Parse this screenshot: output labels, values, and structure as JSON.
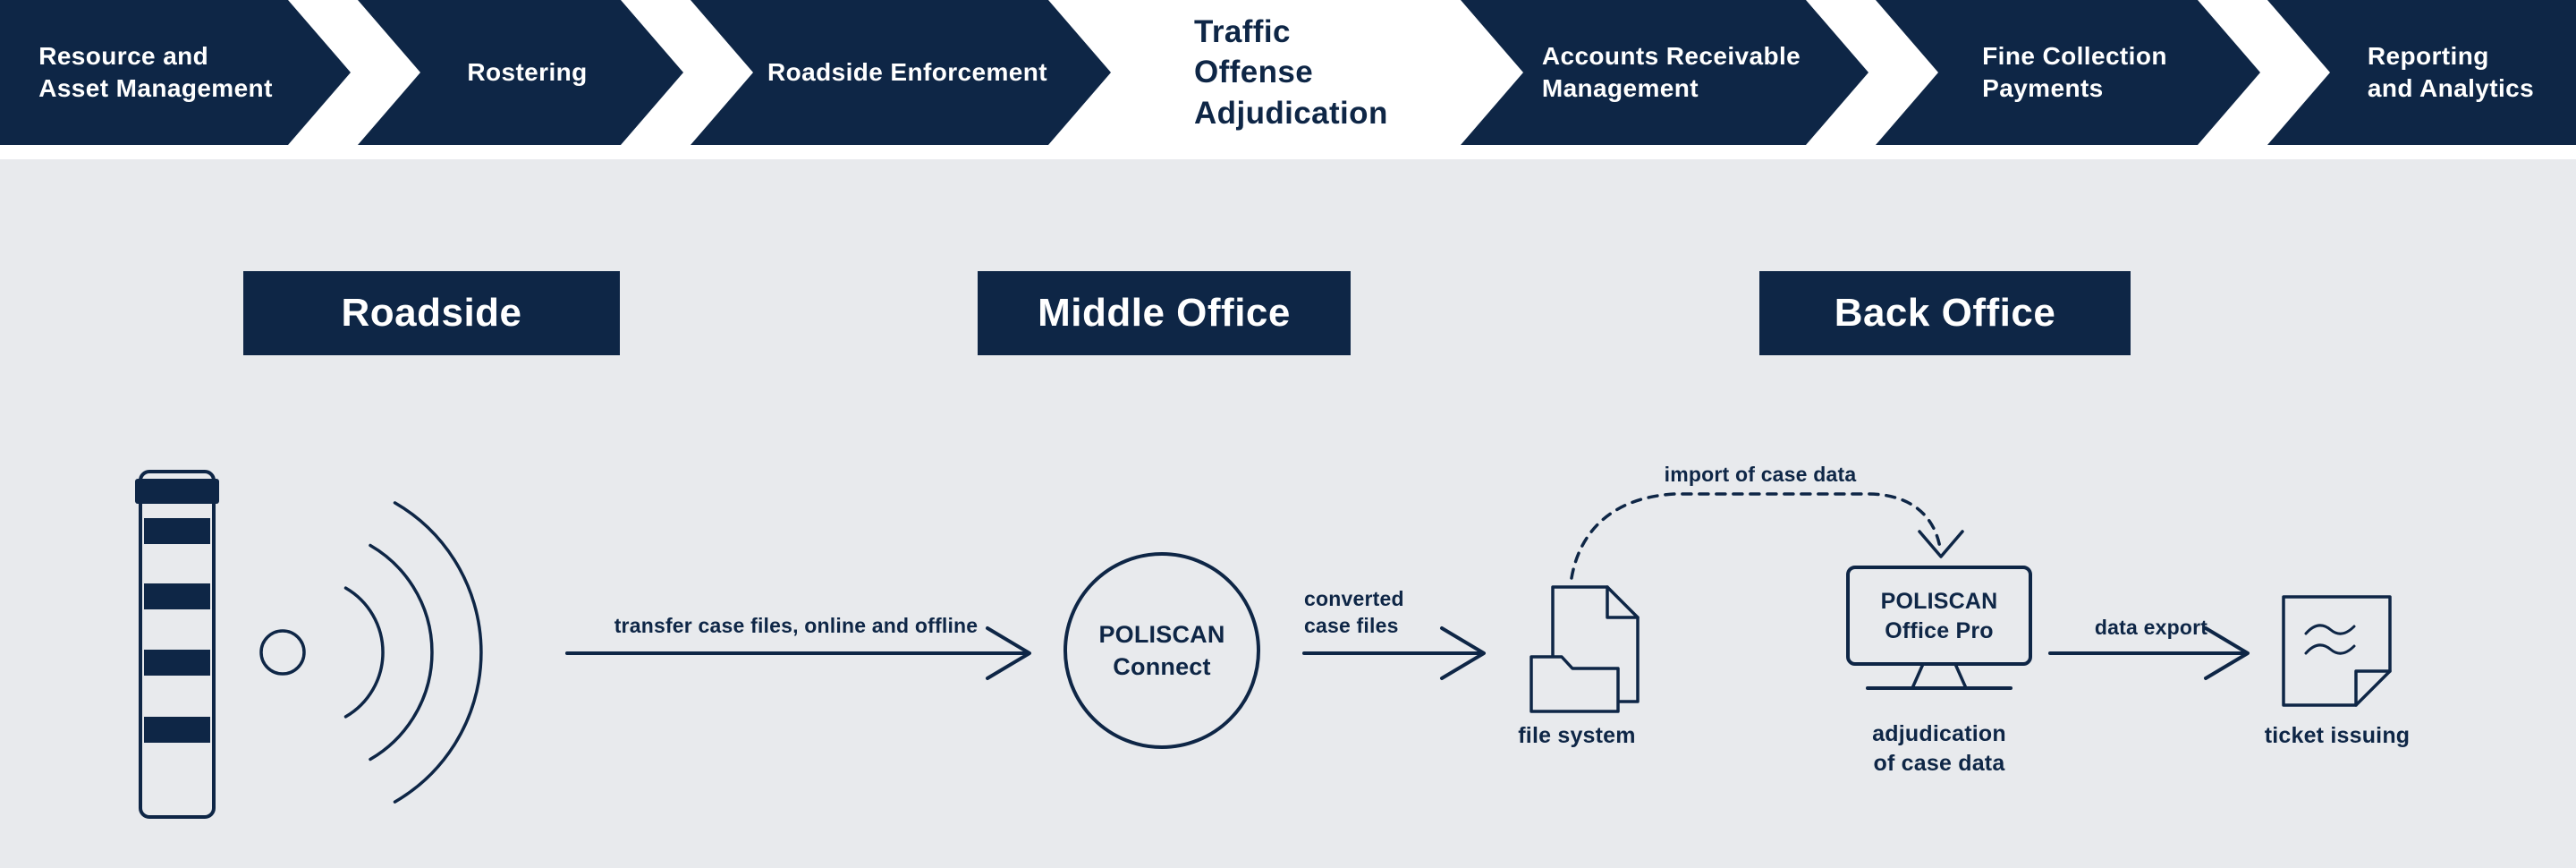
{
  "colors": {
    "navy": "#0e2646",
    "background": "#e8eaed",
    "white": "#ffffff"
  },
  "process_bar": {
    "steps": [
      {
        "label": "Resource and\nAsset Management",
        "active": false
      },
      {
        "label": "Rostering",
        "active": false
      },
      {
        "label": "Roadside Enforcement",
        "active": false
      },
      {
        "label": "Traffic Offense\nAdjudication",
        "active": true
      },
      {
        "label": "Accounts Receivable\nManagement",
        "active": false
      },
      {
        "label": "Fine Collection\nPayments",
        "active": false
      },
      {
        "label": "Reporting\nand Analytics",
        "active": false
      }
    ]
  },
  "sections": {
    "roadside": "Roadside",
    "middle_office": "Middle Office",
    "back_office": "Back Office"
  },
  "flow": {
    "transfer_arrow_label": "transfer case files, online and offline",
    "poliscan_connect": "POLISCAN\nConnect",
    "converted_arrow_label": "converted\ncase files",
    "file_system_caption": "file system",
    "import_arrow_label": "import of case data",
    "poliscan_office_pro": "POLISCAN\nOffice Pro",
    "adjudication_caption": "adjudication\nof case data",
    "data_export_label": "data export",
    "ticket_caption": "ticket issuing"
  },
  "icons": {
    "enforcement-pillar-icon": "vertical speed-enforcement pillar with dark sensor bands",
    "radar-waves-icon": "small circle with three concentric arcs radiating right",
    "arrow-right-icon": "horizontal line with open chevron head",
    "poliscan-connect-circle-icon": "outlined circle",
    "file-system-icon": "document with folded corner behind a folder",
    "dashed-arrow-icon": "dashed curved arrow pointing down",
    "monitor-icon": "desktop monitor outline with stand",
    "ticket-document-icon": "page with folded corner and two squiggle lines"
  }
}
